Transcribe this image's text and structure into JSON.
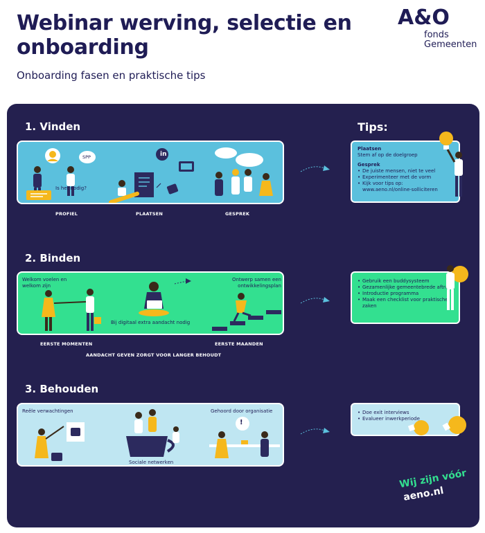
{
  "header": {
    "title": "Webinar werving, selectie en onboarding",
    "subtitle": "Onboarding fasen en praktische tips"
  },
  "logo": {
    "mark": "A&O",
    "line1": "fonds",
    "line2": "Gemeenten"
  },
  "tips_title": "Tips:",
  "phases": {
    "vinden": {
      "title": "1. Vinden",
      "bubble_spp": "SPP",
      "bubble_nodig": "Is het nodig?",
      "linkedin": "in",
      "caption_profiel": "PROFIEL",
      "caption_plaatsen": "PLAATSEN",
      "caption_gesprek": "GESPREK",
      "tips": {
        "h1": "Plaatsen",
        "t1": "Stem af op de doelgroep",
        "h2": "Gesprek",
        "items": [
          "De juiste mensen, niet te veel",
          "Experimenteer met de vorm",
          "Kijk voor tips op: www.aeno.nl/online-solliciteren"
        ]
      }
    },
    "binden": {
      "title": "2. Binden",
      "text_welkom": "Welkom voelen en welkom zijn",
      "text_digitaal": "Bij digitaal extra aandacht nodig",
      "text_ontwerp": "Ontwerp samen een ontwikkelingsplan",
      "caption_eerste_momenten": "EERSTE MOMENTEN",
      "caption_eerste_maanden": "EERSTE MAANDEN",
      "caption_aandacht": "AANDACHT GEVEN ZORGT VOOR LANGER BEHOUDT",
      "tips": [
        "Gebruik een buddysysteem",
        "Gezamenlijke gemeentebrede aftrap",
        "Introductie programma",
        "Maak een checklist voor praktische zaken"
      ]
    },
    "behouden": {
      "title": "3. Behouden",
      "text_verwachtingen": "Reële verwachtingen",
      "text_netwerken": "Sociale netwerken",
      "text_gehoord": "Gehoord door organisatie",
      "exclamation": "!",
      "tips": [
        "Doe exit interviews",
        "Evalueer inwerkperiode"
      ]
    }
  },
  "slogan": {
    "line1": "Wij zijn vóór",
    "line2": "aeno.nl"
  },
  "colors": {
    "navy": "#24204f",
    "blue": "#5bc0dd",
    "green": "#33e090",
    "light_blue": "#bfe6f2",
    "yellow": "#f5b81c"
  }
}
